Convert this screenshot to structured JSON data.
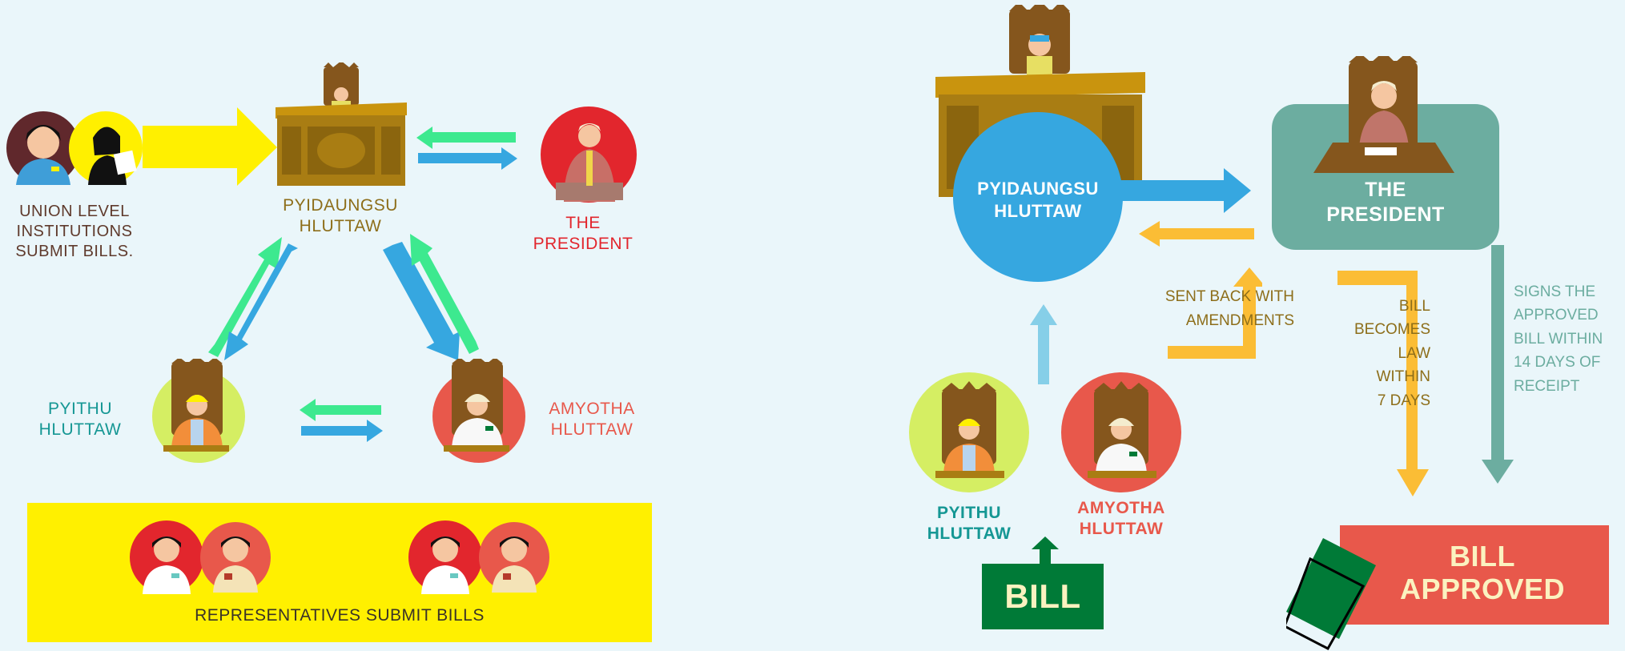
{
  "left": {
    "union_label": "UNION LEVEL INSTITUTIONS SUBMIT BILLS.",
    "union_lines": [
      "UNION LEVEL",
      "INSTITUTIONS",
      "SUBMIT BILLS."
    ],
    "pyidaungsu_lines": [
      "PYIDAUNGSU",
      "HLUTTAW"
    ],
    "president_lines": [
      "THE",
      "PRESIDENT"
    ],
    "pyithu_lines": [
      "PYITHU",
      "HLUTTAW"
    ],
    "amyotha_lines": [
      "AMYOTHA",
      "HLUTTAW"
    ],
    "representatives": "REPRESENTATIVES SUBMIT BILLS"
  },
  "right": {
    "pyidaungsu_lines": [
      "PYIDAUNGSU",
      "HLUTTAW"
    ],
    "president_lines": [
      "THE",
      "PRESIDENT"
    ],
    "sent_back_lines": [
      "SENT BACK WITH",
      "AMENDMENTS"
    ],
    "becomes_law_lines": [
      "BILL",
      "BECOMES",
      "LAW",
      "WITHIN",
      "7 DAYS"
    ],
    "signs_lines": [
      "SIGNS THE",
      "APPROVED",
      "BILL WITHIN",
      "14 DAYS OF",
      "RECEIPT"
    ],
    "pyithu_lines": [
      "PYITHU",
      "HLUTTAW"
    ],
    "amyotha_lines": [
      "AMYOTHA",
      "HLUTTAW"
    ],
    "bill": "BILL",
    "approved_lines": [
      "BILL",
      "APPROVED"
    ]
  },
  "colors": {
    "background": "#eaf6fa",
    "yellow": "#fff000",
    "green_arrow": "#3de98f",
    "blue_arrow": "#36a7e0",
    "orange_arrow": "#fbbd35",
    "light_blue_arrow": "#86cfe8",
    "teal": "#6cada0",
    "red": "#e8584b",
    "dark_green": "#007a37",
    "brown": "#85561d",
    "gold_text": "#8d6e1a",
    "lime": "#d5ee63"
  },
  "icons": [
    "chair-icon",
    "desk-icon",
    "person-icon",
    "book-icon"
  ]
}
